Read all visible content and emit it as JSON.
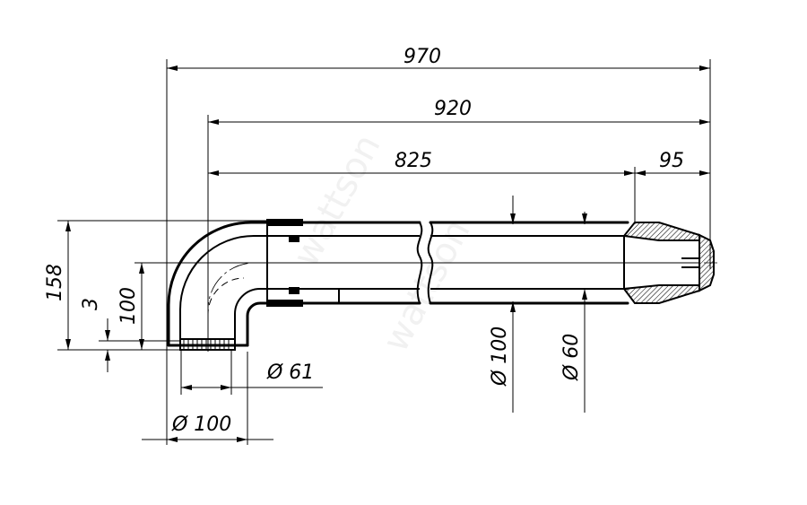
{
  "dimensions": {
    "overall_length": "970",
    "pipe_length": "920",
    "straight_length": "825",
    "terminal_length": "95",
    "height": "158",
    "offset": "3",
    "elbow_height": "100",
    "inner_diameter": "Ø 100",
    "outer_diameter": "Ø 60",
    "spigot_diameter": "Ø 61",
    "base_diameter": "Ø 100"
  },
  "watermark": "wattson"
}
